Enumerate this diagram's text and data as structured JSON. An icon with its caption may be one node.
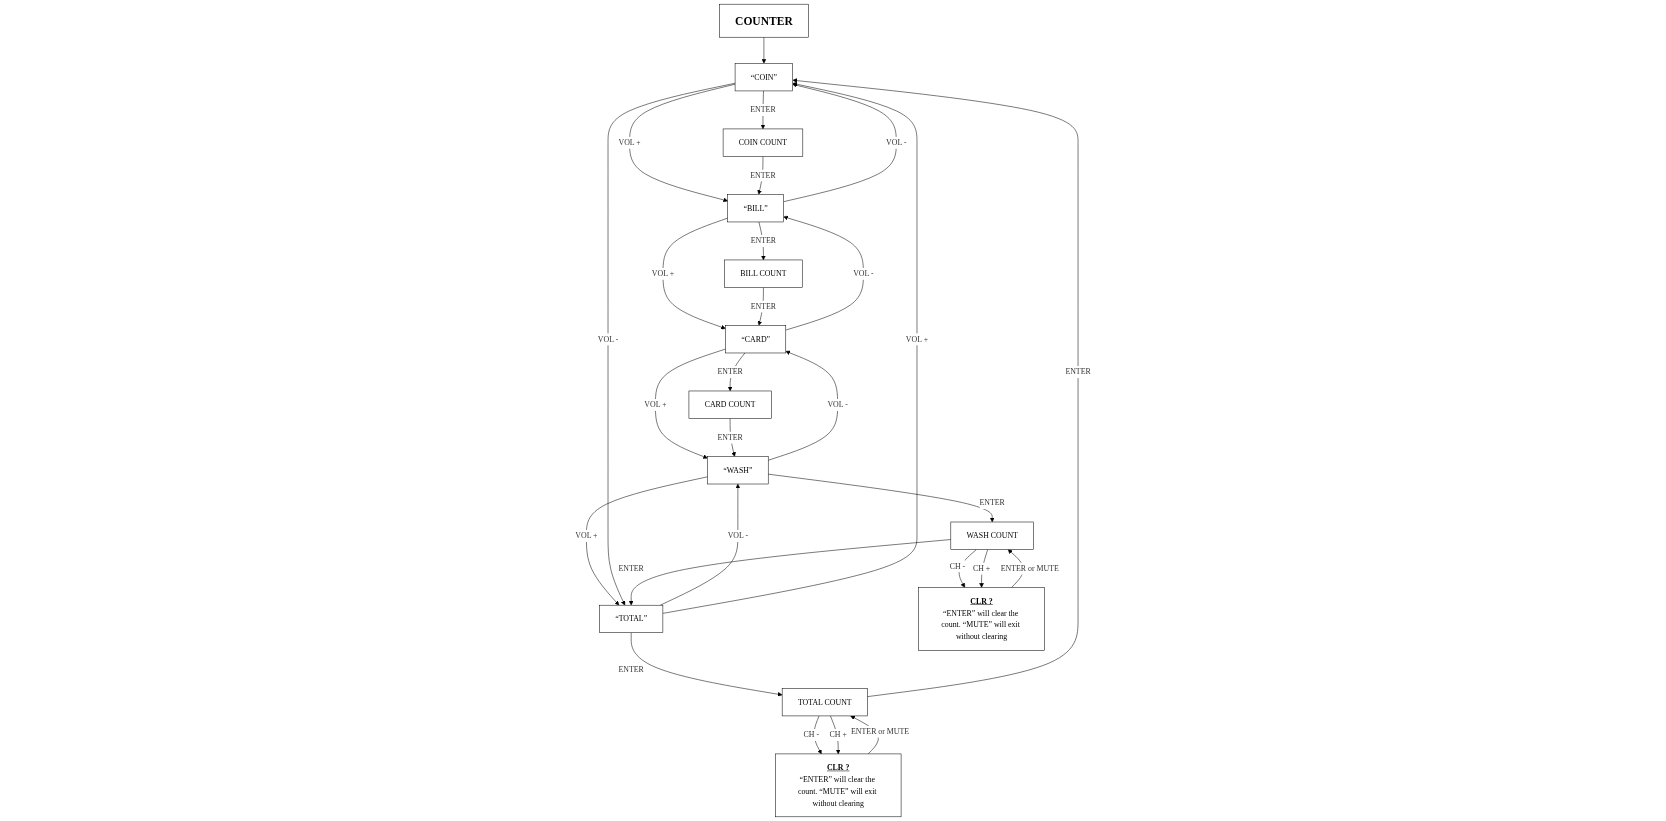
{
  "diagram": {
    "nodes": [
      {
        "text": [
          "COUNTER"
        ]
      },
      {
        "text": [
          "“COIN”"
        ]
      },
      {
        "text": [
          "“BILL”"
        ]
      },
      {
        "text": [
          "“CARD”"
        ]
      },
      {
        "text": [
          "“WASH”"
        ]
      },
      {
        "text": [
          "“TOTAL”"
        ]
      },
      {
        "text": [
          "COIN COUNT"
        ]
      },
      {
        "text": [
          "BILL COUNT"
        ]
      },
      {
        "text": [
          "CARD COUNT"
        ]
      },
      {
        "text": [
          "WASH COUNT"
        ]
      },
      {
        "text": [
          "TOTAL COUNT"
        ]
      },
      {
        "text": [
          "CLR ?",
          "“ENTER” will clear the count. “MUTE” will exit without clearing"
        ]
      },
      {
        "text": [
          "CLR ?",
          "“ENTER” will clear the count. “MUTE” will exit without clearing"
        ]
      }
    ],
    "edges": [
      {
        "from": 0,
        "to": 1,
        "arrow": "to"
      },
      {
        "from": 1,
        "to": 2,
        "arrow": "to",
        "label": "VOL +"
      },
      {
        "from": 2,
        "to": 1,
        "arrow": "to",
        "label": "VOL -"
      },
      {
        "from": 2,
        "to": 3,
        "arrow": "to",
        "label": "VOL +"
      },
      {
        "from": 3,
        "to": 2,
        "arrow": "to",
        "label": "VOL -"
      },
      {
        "from": 3,
        "to": 4,
        "arrow": "to",
        "label": "VOL +"
      },
      {
        "from": 4,
        "to": 3,
        "arrow": "to",
        "label": "VOL -"
      },
      {
        "from": 4,
        "to": 5,
        "arrow": "to",
        "label": "VOL +"
      },
      {
        "from": 5,
        "to": 4,
        "arrow": "to",
        "label": "VOL -"
      },
      {
        "from": 5,
        "to": 1,
        "arrow": "to",
        "label": "VOL +"
      },
      {
        "from": 1,
        "to": 5,
        "arrow": "to",
        "label": "VOL -"
      },
      {
        "from": 1,
        "to": 6,
        "arrow": "to",
        "label": "ENTER"
      },
      {
        "from": 6,
        "to": 2,
        "arrow": "to",
        "label": "ENTER"
      },
      {
        "from": 2,
        "to": 7,
        "arrow": "to",
        "label": "ENTER"
      },
      {
        "from": 7,
        "to": 3,
        "arrow": "to",
        "label": "ENTER"
      },
      {
        "from": 3,
        "to": 8,
        "arrow": "to",
        "label": "ENTER"
      },
      {
        "from": 8,
        "to": 4,
        "arrow": "to",
        "label": "ENTER"
      },
      {
        "from": 4,
        "to": 9,
        "arrow": "to",
        "label": "ENTER"
      },
      {
        "from": 9,
        "to": 5,
        "arrow": "to",
        "label": "ENTER"
      },
      {
        "from": 9,
        "to": 11,
        "arrow": "to",
        "label": "CH -"
      },
      {
        "from": 9,
        "to": 11,
        "arrow": "to",
        "label": "CH +"
      },
      {
        "from": 11,
        "to": 9,
        "arrow": "to",
        "label": "ENTER or MUTE"
      },
      {
        "from": 5,
        "to": 10,
        "arrow": "to",
        "label": "ENTER"
      },
      {
        "from": 10,
        "to": 1,
        "arrow": "to",
        "label": "ENTER"
      },
      {
        "from": 10,
        "to": 12,
        "arrow": "to",
        "label": "CH -"
      },
      {
        "from": 10,
        "to": 12,
        "arrow": "to",
        "label": "CH +"
      },
      {
        "from": 12,
        "to": 10,
        "arrow": "to",
        "label": "ENTER or MUTE"
      }
    ]
  }
}
